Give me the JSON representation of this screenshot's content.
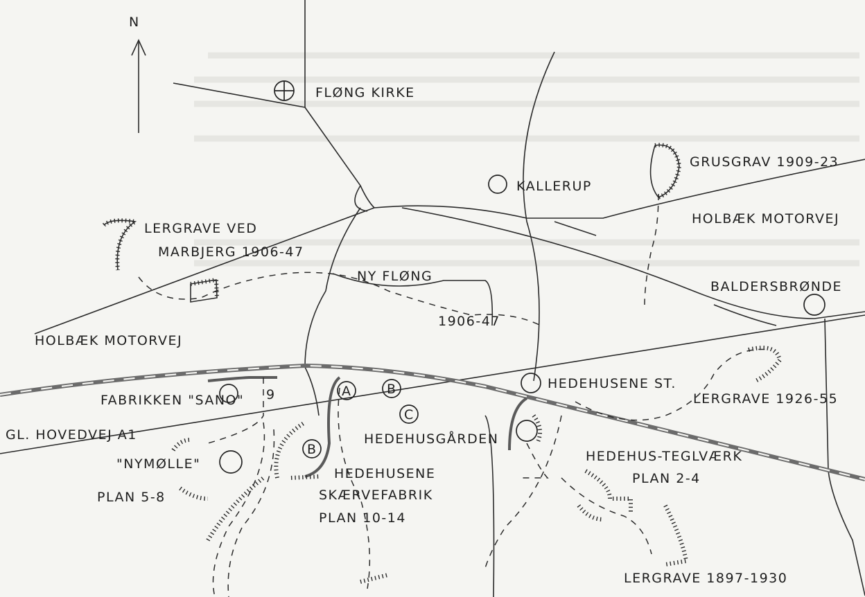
{
  "map": {
    "north_label": "N",
    "labels": {
      "flong_kirke": "FLØNG KIRKE",
      "kallerup": "KALLERUP",
      "grusgrav": "GRUSGRAV 1909-23",
      "holbaek_motorvej_east": "HOLBÆK MOTORVEJ",
      "lergrave_marbjerg_1": "LERGRAVE VED",
      "lergrave_marbjerg_2": "MARBJERG 1906-47",
      "ny_flong": "NY FLØNG",
      "baldersbronde": "BALDERSBRØNDE",
      "holbaek_motorvej_west": "HOLBÆK MOTORVEJ",
      "years_1906_47": "1906-47",
      "fabrikken_sano": "FABRIKKEN \"SANO\"",
      "nine": "9",
      "site_a": "A",
      "site_b": "B",
      "site_c": "C",
      "site_b2": "B",
      "hedehusene_st": "HEDEHUSENE ST.",
      "lergrave_1926": "LERGRAVE 1926-55",
      "gl_hovedvej": "GL. HOVEDVEJ A1",
      "hedehusgarden": "HEDEHUSGÅRDEN",
      "nymolle": "\"NYMØLLE\"",
      "plan_5_8": "PLAN 5-8",
      "hedehusene": "HEDEHUSENE",
      "skaervefabrik": "SKÆRVEFABRIK",
      "plan_10_14": "PLAN 10-14",
      "teglvaerk": "HEDEHUS-TEGLVÆRK",
      "plan_2_4": "PLAN 2-4",
      "lergrave_1897": "LERGRAVE 1897-1930"
    },
    "colors": {
      "ink": "#1e1e1e",
      "paper": "#f5f5f2",
      "railway": "#6b6b6b"
    }
  }
}
